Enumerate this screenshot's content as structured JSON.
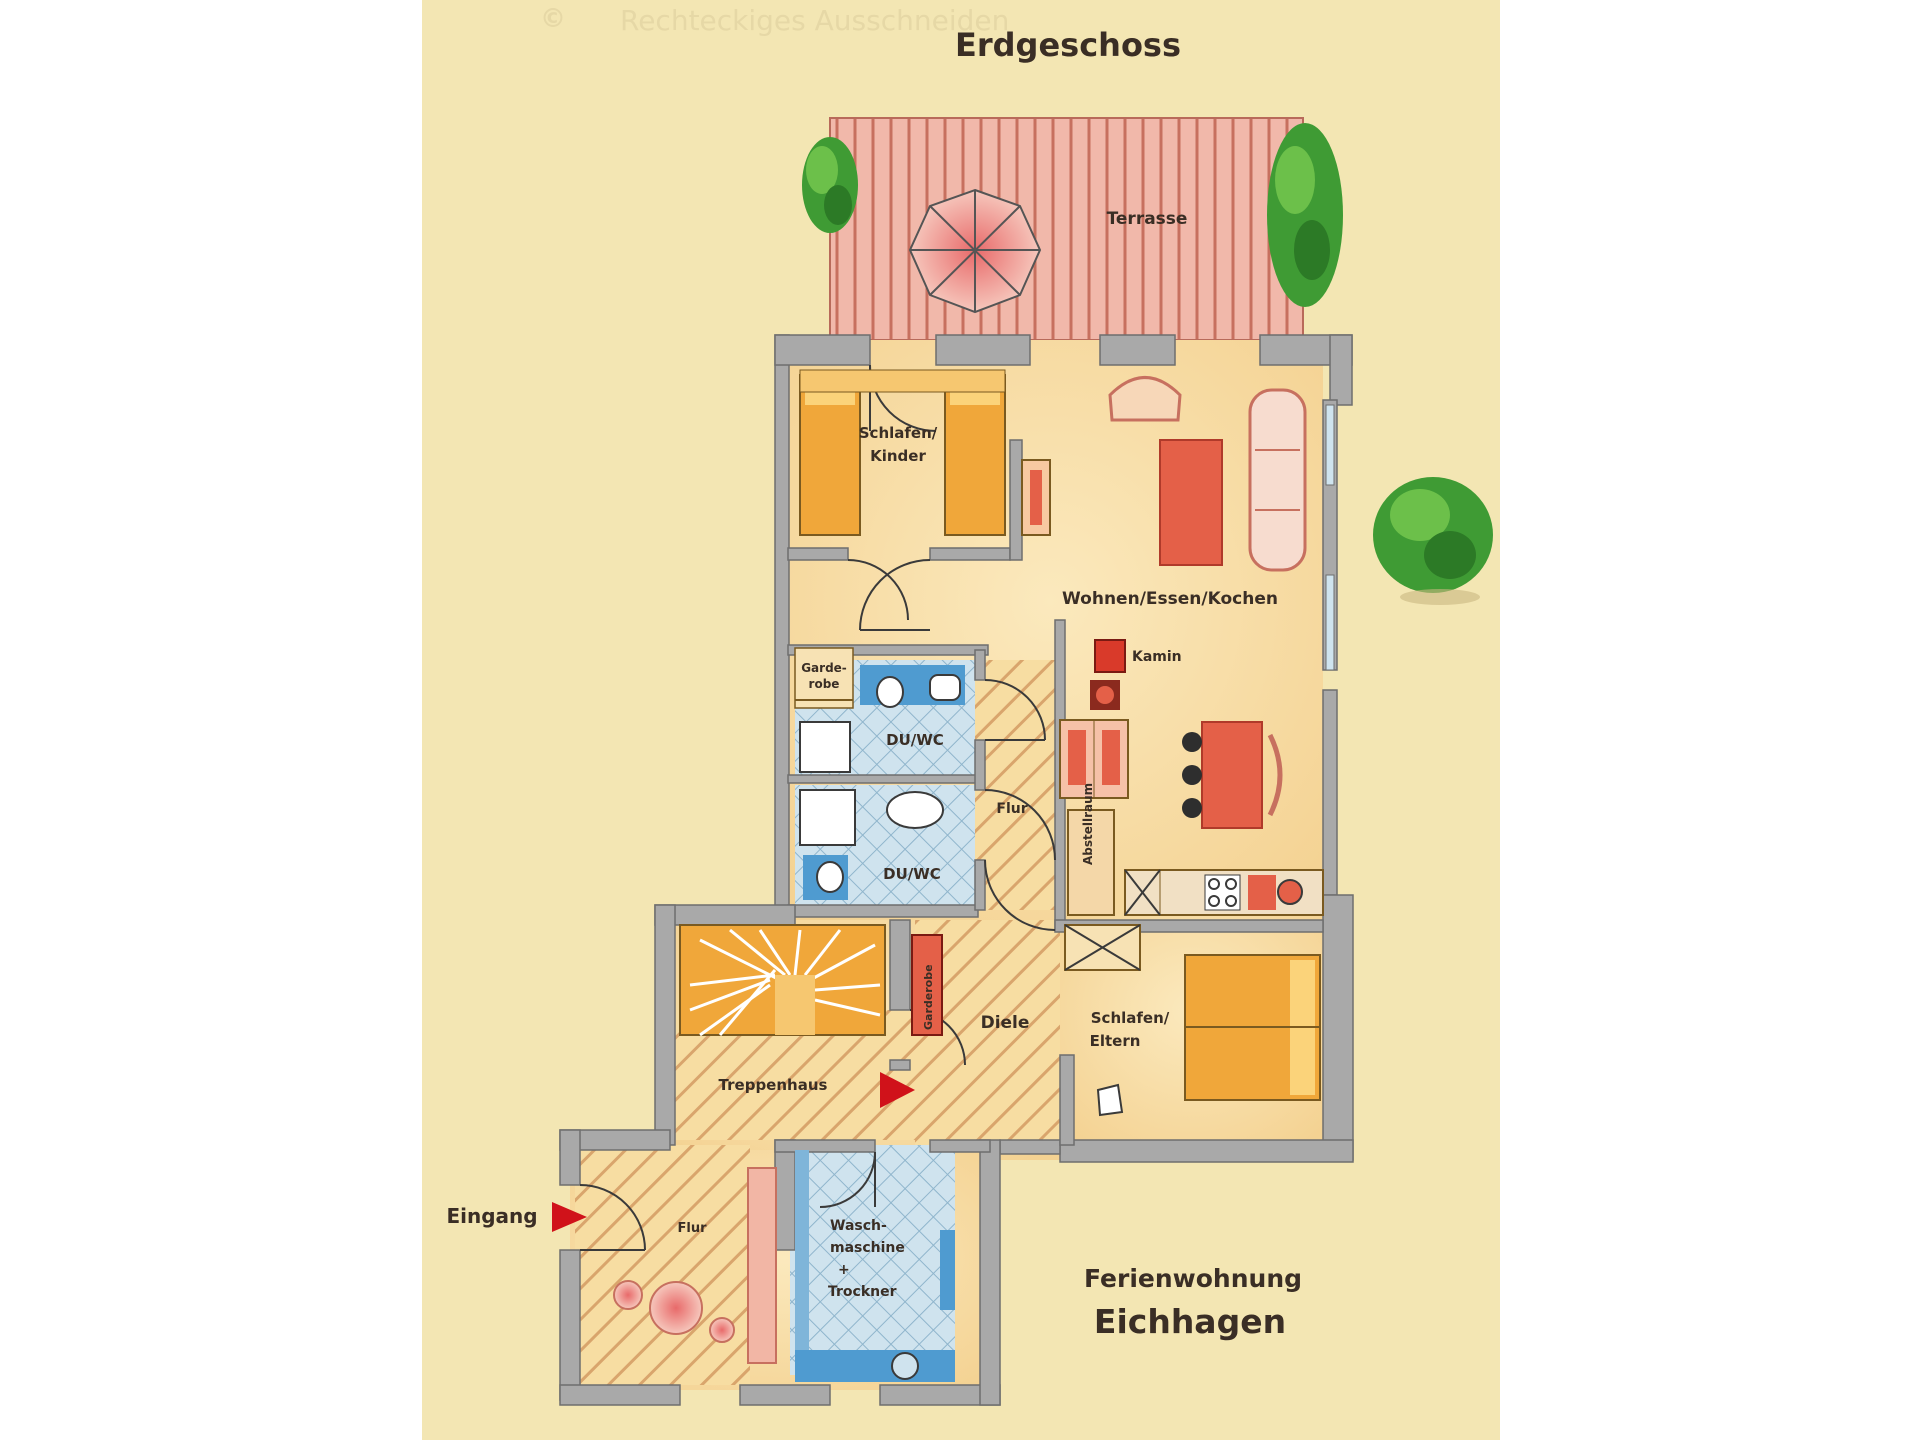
{
  "watermark": "Rechteckiges Ausschneiden",
  "watermark_glyph": "©",
  "floor_title": "Erdgeschoss",
  "rooms": {
    "terrasse": "Terrasse",
    "schlafen_kinder_1": "Schlafen/",
    "schlafen_kinder_2": "Kinder",
    "wohnen": "Wohnen/Essen/Kochen",
    "kamin": "Kamin",
    "garderobe_1": "Garde-",
    "garderobe_2": "robe",
    "duwc_top": "DU/WC",
    "duwc_bottom": "DU/WC",
    "flur_upper": "Flur",
    "abstellraum": "Abstellraum",
    "garderobe_hall": "Garderobe",
    "diele": "Diele",
    "schlafen_eltern_1": "Schlafen/",
    "schlafen_eltern_2": "Eltern",
    "treppenhaus": "Treppenhaus",
    "flur_lower": "Flur",
    "wasch_1": "Wasch-",
    "wasch_2": "maschine",
    "wasch_3": "+",
    "wasch_4": "Trockner"
  },
  "entrance_label": "Eingang",
  "caption": {
    "line1": "Ferienwohnung",
    "line2": "Eichhagen"
  },
  "colors": {
    "background": "#f3e6b3",
    "floor": "#f7dda2",
    "wall": "#a9a9a9",
    "terrace": "#e8a295",
    "tile": "#b8d6e6",
    "furniture_orange": "#f0a73a",
    "furniture_red": "#e46048",
    "arrow": "#d0121a",
    "tree": "#3f9b34"
  }
}
